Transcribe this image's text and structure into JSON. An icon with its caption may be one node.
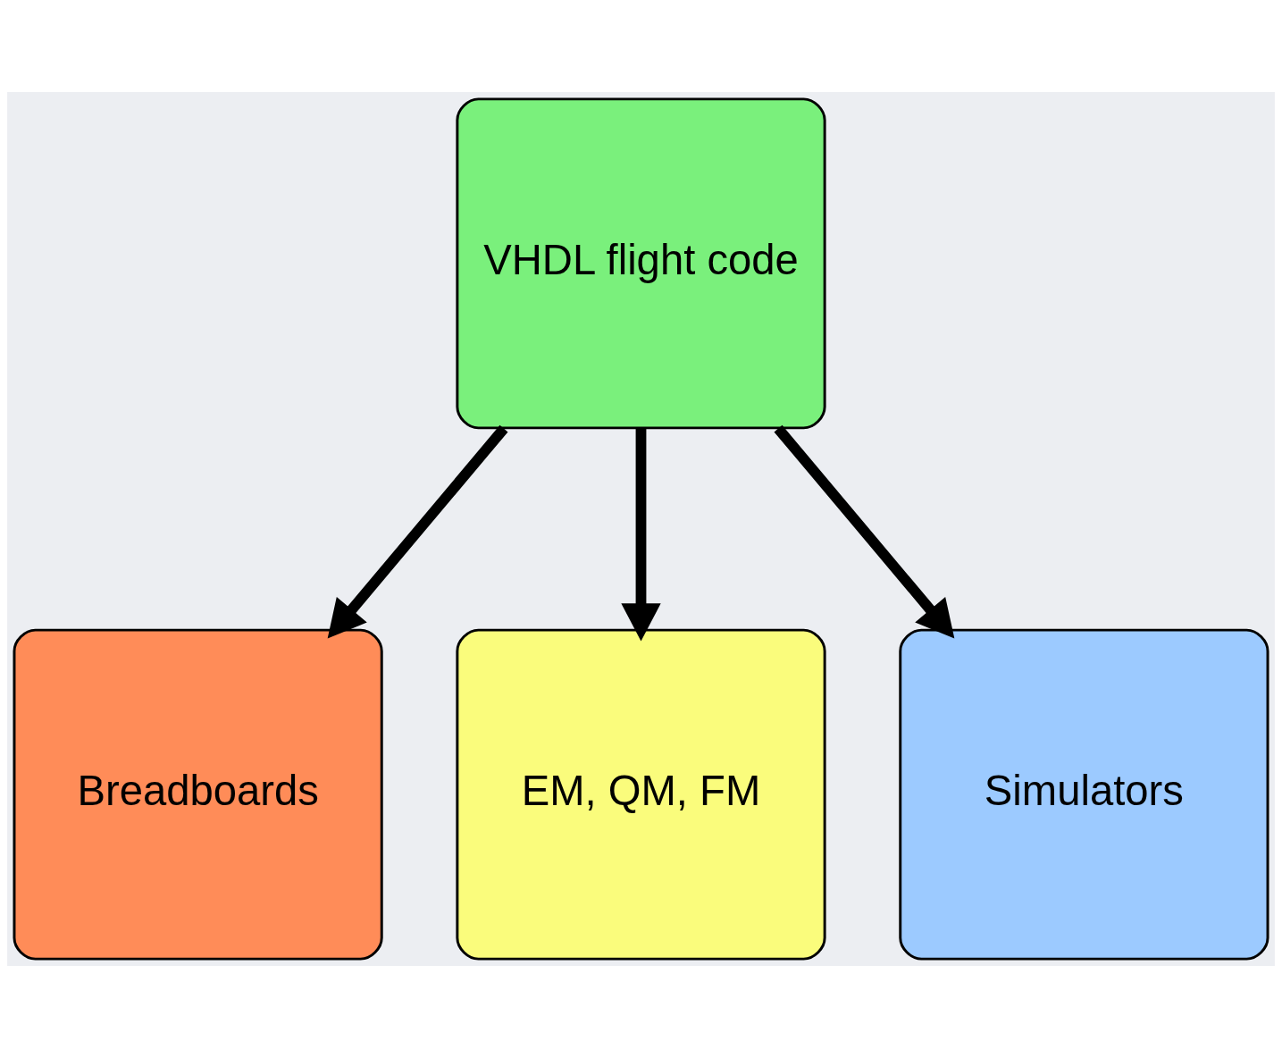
{
  "diagram": {
    "nodes": [
      {
        "text": [
          "VHDL flight code"
        ]
      },
      {
        "text": [
          "Breadboards"
        ]
      },
      {
        "text": [
          "EM, QM, FM"
        ]
      },
      {
        "text": [
          "Simulators"
        ]
      }
    ],
    "edges": [
      {
        "from": 0,
        "to": 1,
        "arrow": "to"
      },
      {
        "from": 0,
        "to": 2,
        "arrow": "to"
      },
      {
        "from": 0,
        "to": 3,
        "arrow": "to"
      }
    ]
  }
}
